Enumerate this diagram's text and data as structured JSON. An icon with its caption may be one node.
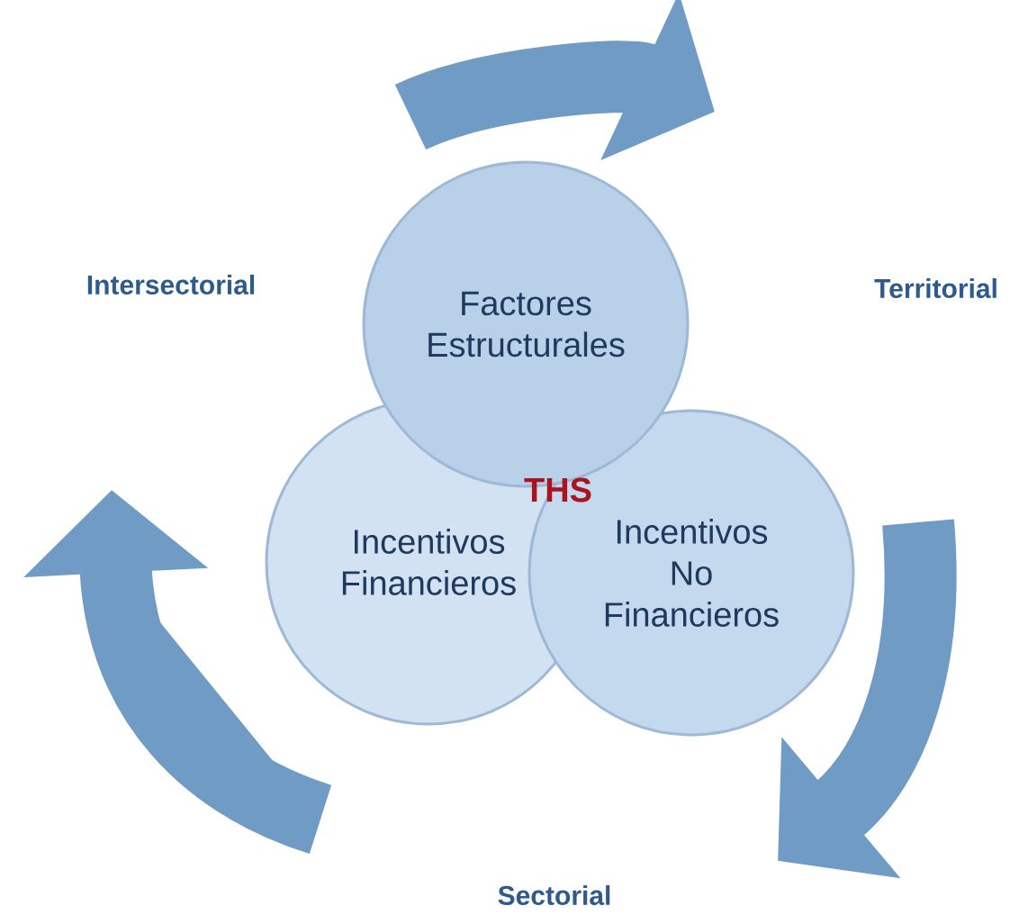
{
  "diagram": {
    "nodes": [
      {
        "text": [
          "Factores Estructurales"
        ]
      },
      {
        "text": [
          "Incentivos Financieros"
        ]
      },
      {
        "text": [
          "Incentivos No Financieros"
        ]
      }
    ],
    "labels": [
      "Intersectorial",
      "Territorial",
      "THS",
      "Sectorial"
    ]
  }
}
